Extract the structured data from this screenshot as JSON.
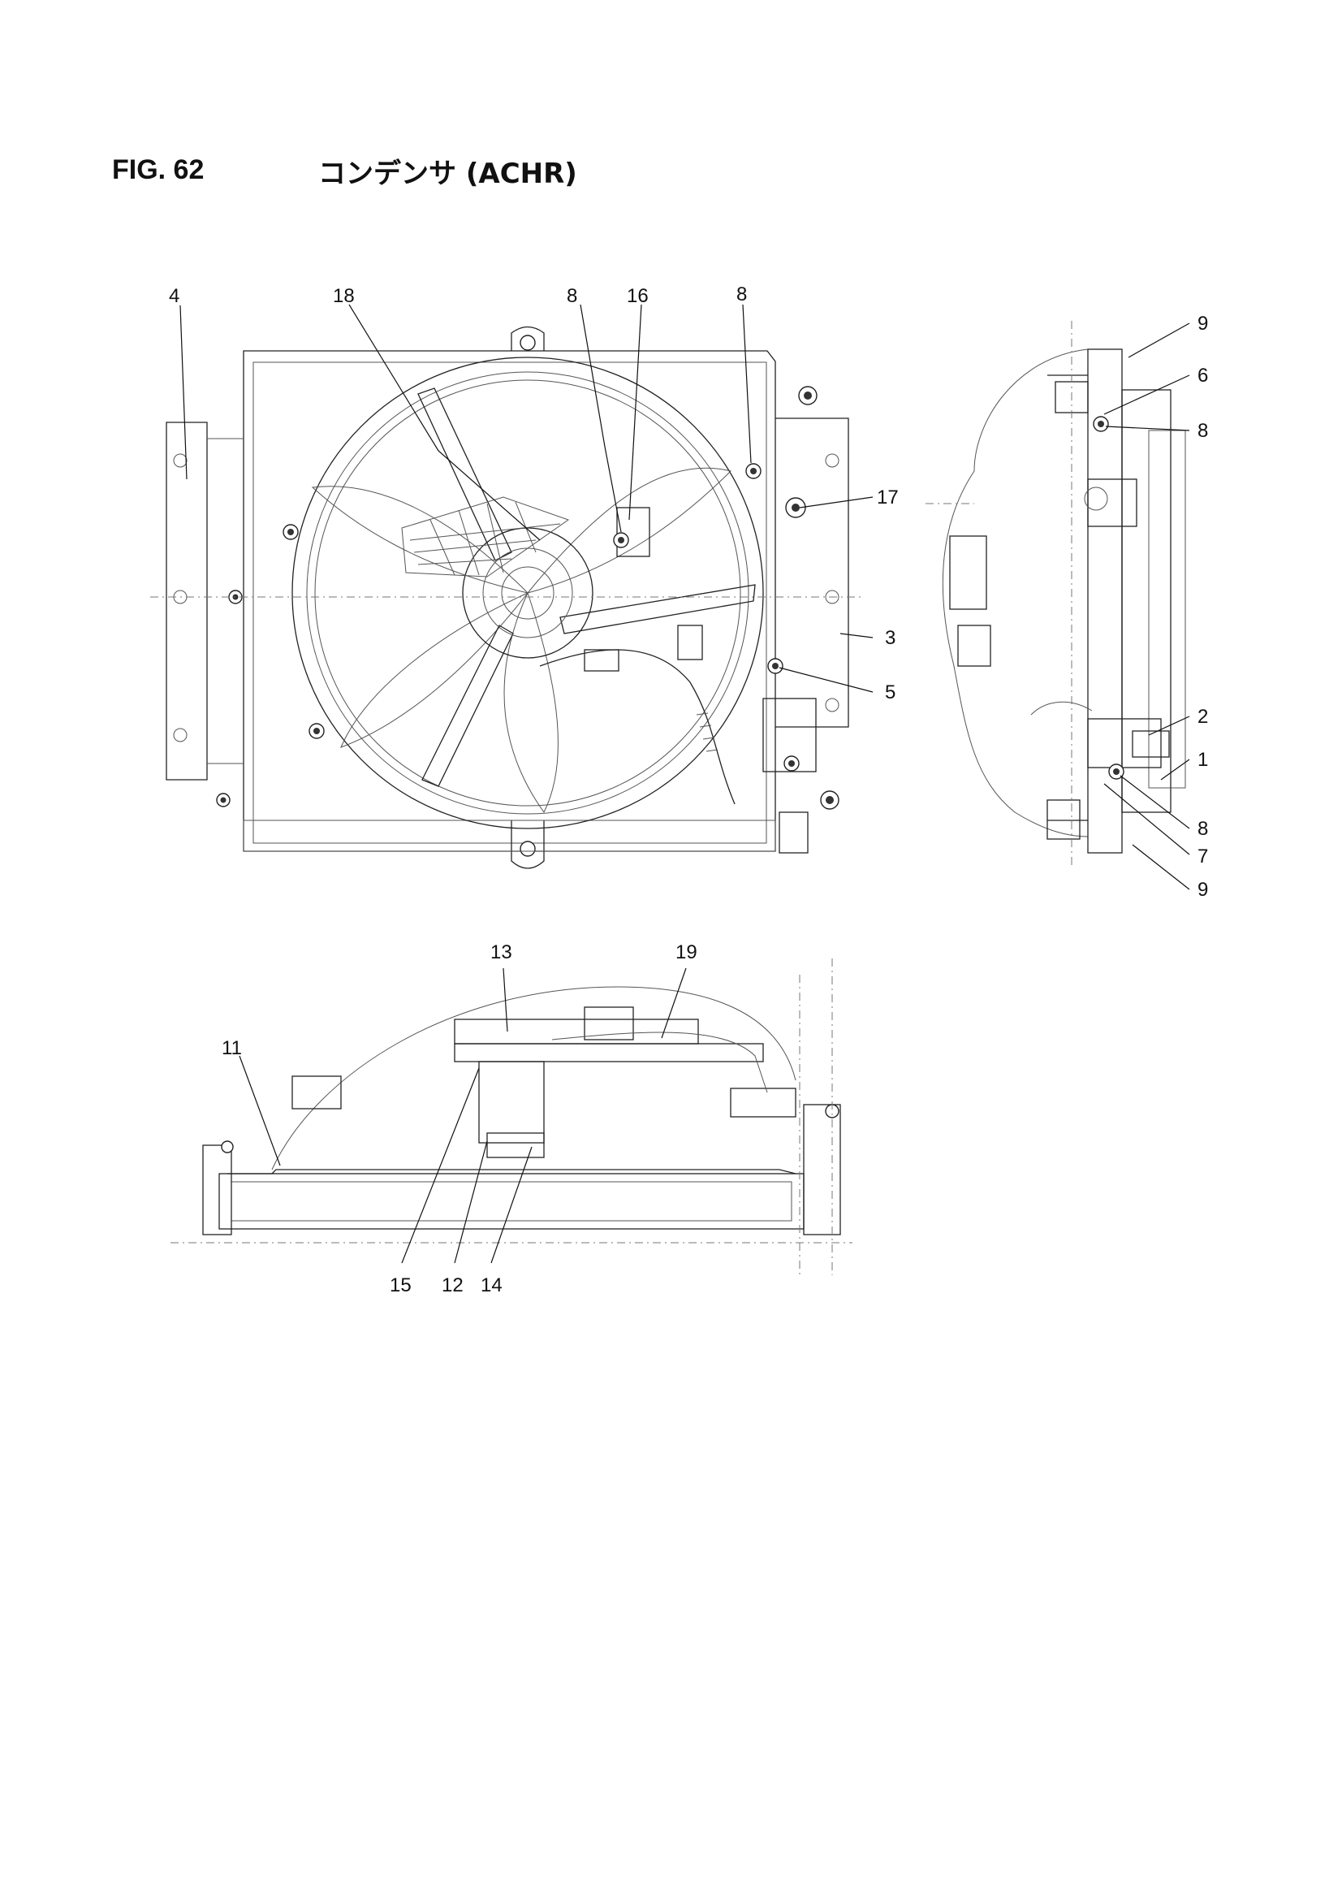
{
  "header": {
    "figure_number": "FIG. 62",
    "figure_title": "コンデンサ (ACHR)"
  },
  "callouts": {
    "front_view": [
      "4",
      "18",
      "8",
      "16",
      "8",
      "17",
      "3",
      "5"
    ],
    "side_view": [
      "9",
      "6",
      "8",
      "2",
      "1",
      "8",
      "7",
      "9"
    ],
    "bottom_view": [
      "13",
      "19",
      "11",
      "15",
      "12",
      "14"
    ]
  }
}
